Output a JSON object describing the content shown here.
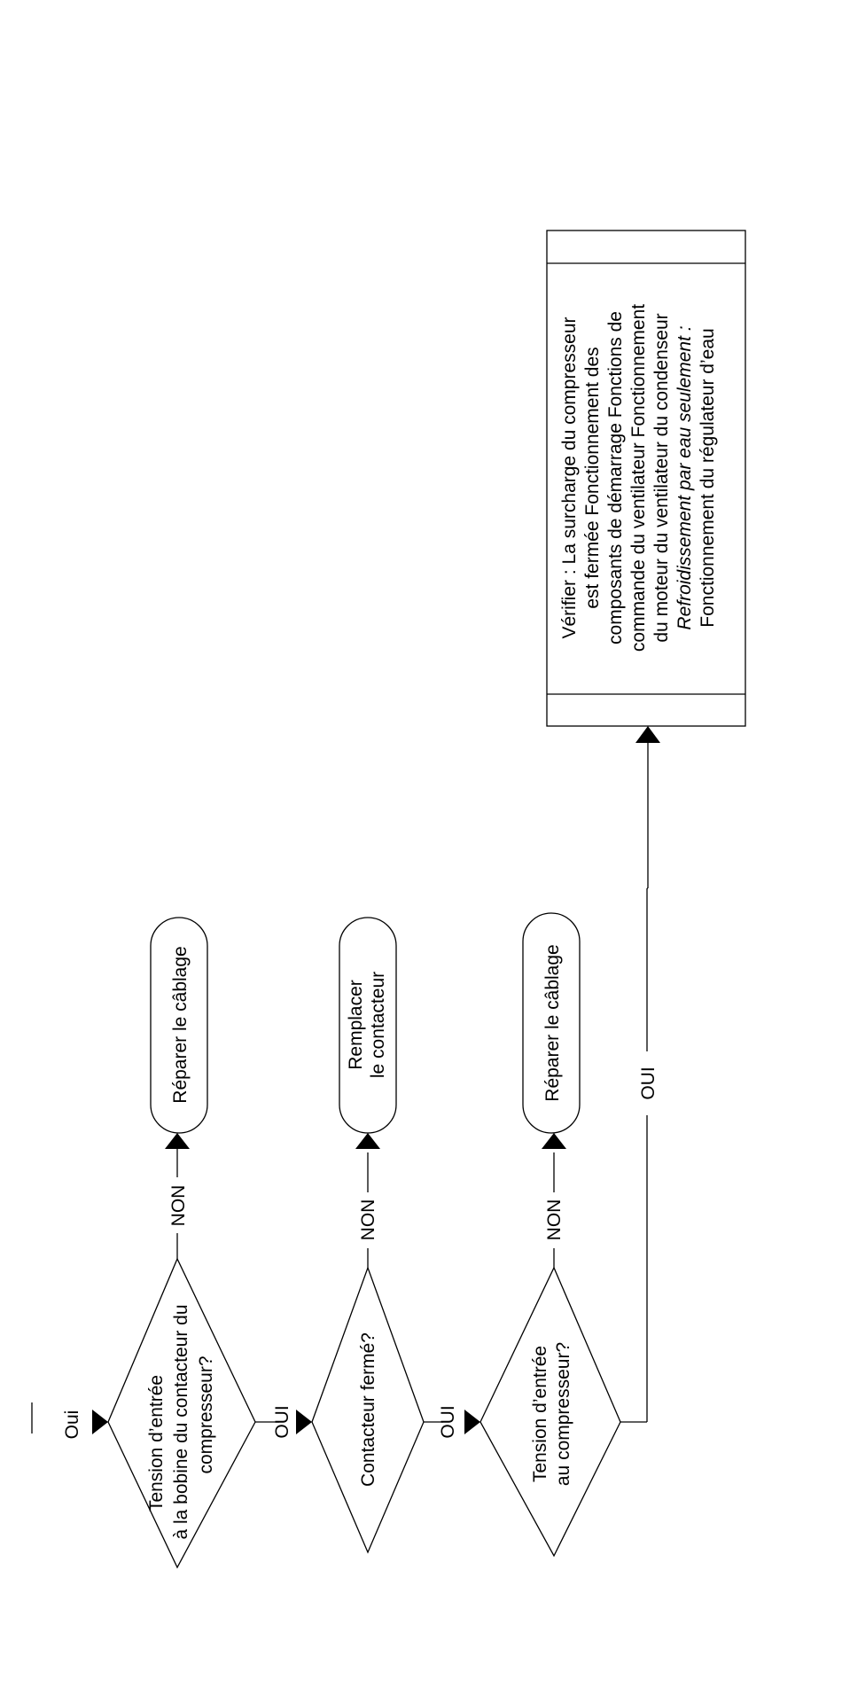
{
  "flowchart": {
    "entry_label": "Oui",
    "decisions": [
      {
        "lines": [
          "Tension d’entrée",
          "à la bobine du contacteur du",
          "compresseur?"
        ],
        "no_label": "NON",
        "no_action": [
          "Réparer le câblage"
        ],
        "yes_label": "OUI"
      },
      {
        "lines": [
          "Contacteur fermé?"
        ],
        "no_label": "NON",
        "no_action": [
          "Remplacer",
          "le contacteur"
        ],
        "yes_label": "OUI"
      },
      {
        "lines": [
          "Tension d’entrée",
          "au compresseur?"
        ],
        "no_label": "NON",
        "no_action": [
          "Réparer le câblage"
        ],
        "yes_label": "OUI"
      }
    ],
    "final_box": {
      "lines": [
        "Vérifier : La surcharge du compresseur",
        "est fermée Fonctionnement des",
        "composants de démarrage Fonctions de",
        "commande du ventilateur Fonctionnement",
        "du moteur du ventilateur du condenseur"
      ],
      "italic_line": "Refroidissement par eau seulement :",
      "last_line": "Fonctionnement du régulateur d’eau"
    }
  }
}
